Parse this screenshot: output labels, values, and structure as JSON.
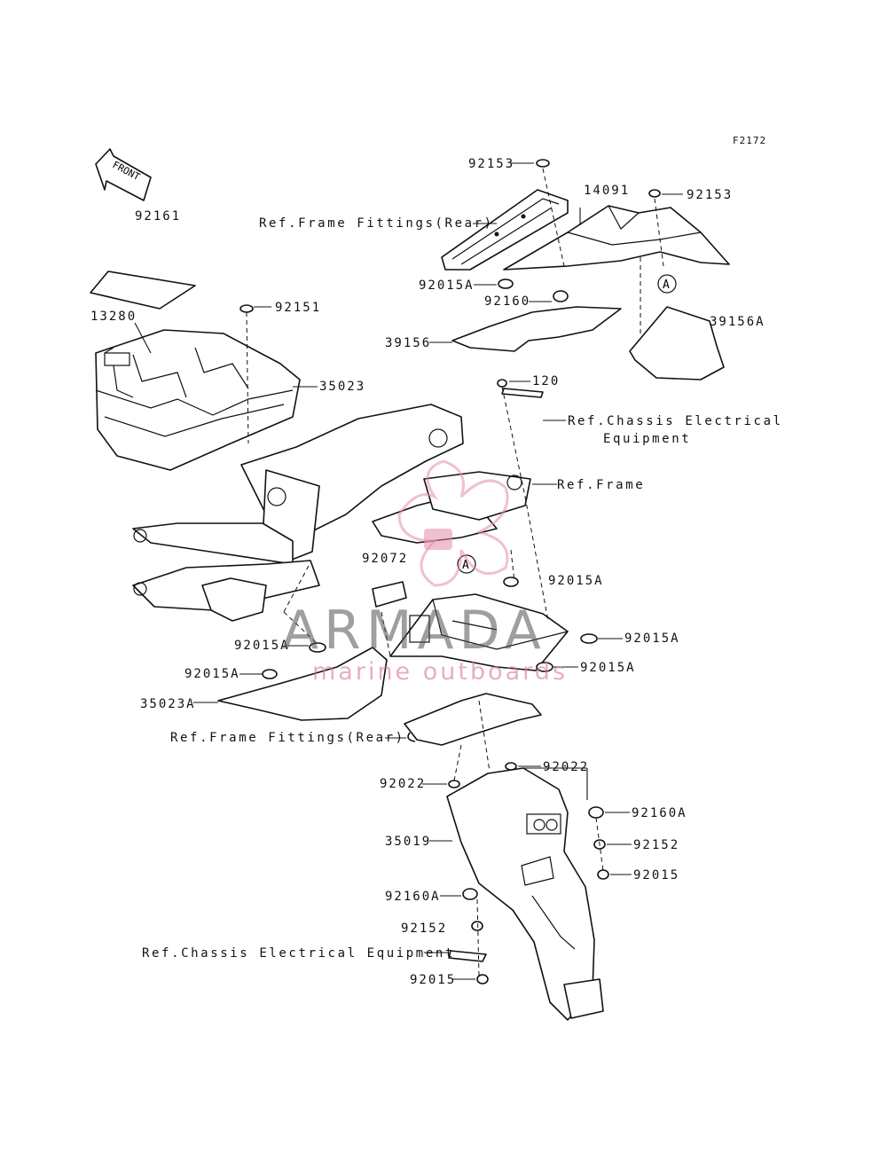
{
  "diagram_code": "F2172",
  "front_label": "FRONT",
  "watermark": {
    "title": "ARMADA",
    "subtitle": "marine outboards",
    "accent_color": "#e8a0b8"
  },
  "labels": {
    "p92153_top": "92153",
    "p14091": "14091",
    "p92153_right": "92153",
    "ref_frame_fittings_rear_top": "Ref.Frame Fittings(Rear)",
    "p92161": "92161",
    "p13280": "13280",
    "p92151": "92151",
    "p92015A_top": "92015A",
    "p92160": "92160",
    "p39156": "39156",
    "p39156A": "39156A",
    "p35023": "35023",
    "p120": "120",
    "ref_chassis_elec_line1": "Ref.Chassis Electrical",
    "ref_chassis_elec_line2": "Equipment",
    "ref_frame": "Ref.Frame",
    "p92072": "92072",
    "p92015A_mid": "92015A",
    "p92015A_right1": "92015A",
    "p92015A_right2": "92015A",
    "p92015A_left1": "92015A",
    "p92015A_left2": "92015A",
    "p35023A": "35023A",
    "ref_frame_fittings_rear_bottom": "Ref.Frame Fittings(Rear)",
    "p92022_right": "92022",
    "p92022_left": "92022",
    "p92160A_right": "92160A",
    "p35019": "35019",
    "p92152_right": "92152",
    "p92015_right": "92015",
    "p92160A_left": "92160A",
    "p92152_left": "92152",
    "ref_chassis_elec_bottom": "Ref.Chassis Electrical Equipment",
    "p92015_bottom": "92015",
    "marker_a": "A"
  }
}
